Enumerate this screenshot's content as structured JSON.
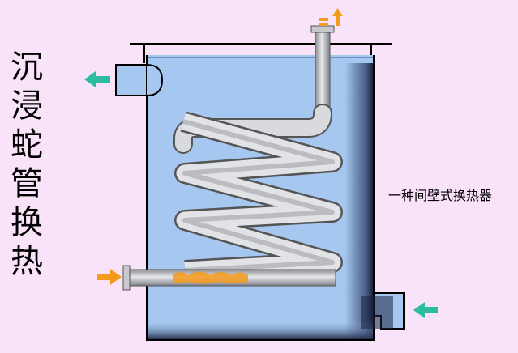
{
  "title_chars": [
    "沉",
    "浸",
    "蛇",
    "管",
    "换",
    "热"
  ],
  "caption": "一种间壁式换热器",
  "colors": {
    "background": "#f9e3f8",
    "water": "#a6c8f0",
    "pipe": "#c7c9cc",
    "hot_arrow": "#f59a1b",
    "cold_arrow": "#2cbca0"
  },
  "icons": {
    "hot_outlet": "arrow-up-icon",
    "hot_inlet": "arrow-right-icon",
    "cold_inlet": "arrow-left-icon",
    "overflow_outlet": "arrow-left-icon"
  }
}
